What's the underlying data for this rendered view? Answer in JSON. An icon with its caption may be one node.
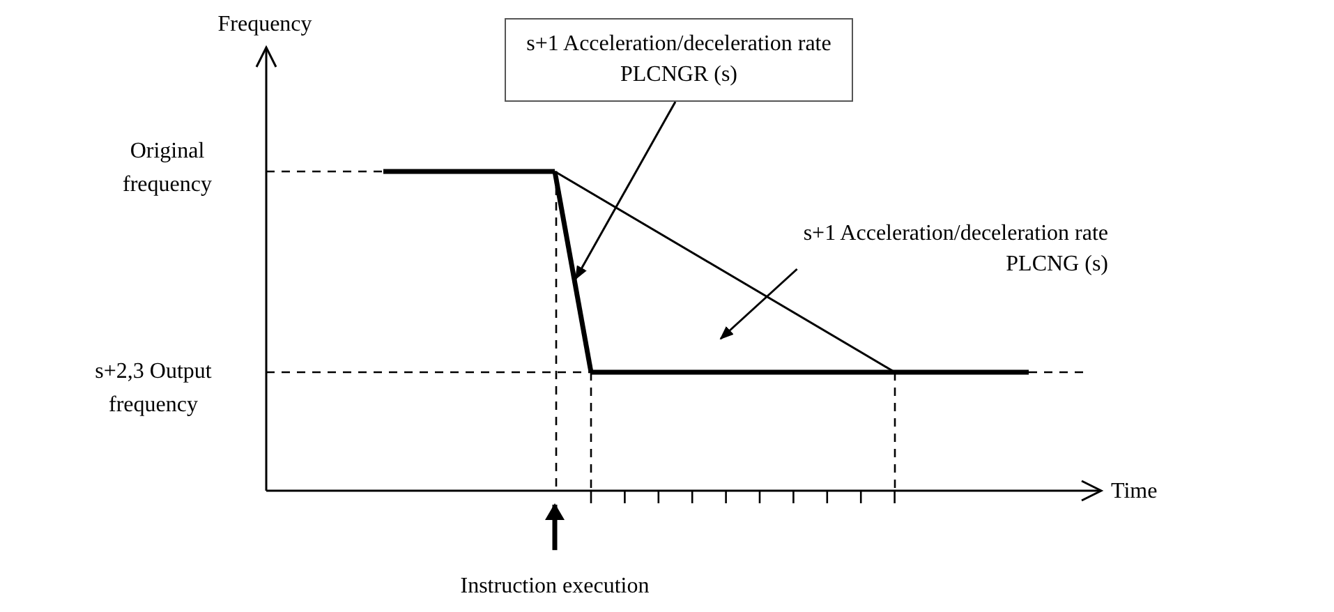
{
  "diagram": {
    "nodes": [
      {
        "text": [
          "s+1 Acceleration/deceleration rate PLCNGR (s)"
        ]
      },
      {
        "text": [
          "s+1 Acceleration/deceleration rate PLCNG (s)"
        ]
      },
      {
        "text": [
          "Instruction execution"
        ]
      }
    ],
    "edges": [
      {
        "from": 0,
        "to": null,
        "arrow": "to"
      },
      {
        "from": 1,
        "to": null,
        "arrow": "to"
      },
      {
        "from": 2,
        "to": null,
        "arrow": "to",
        "style": "thick"
      }
    ],
    "labels": [
      "Frequency",
      "Original frequency",
      "s+2,3 Output frequency",
      "Time"
    ]
  }
}
